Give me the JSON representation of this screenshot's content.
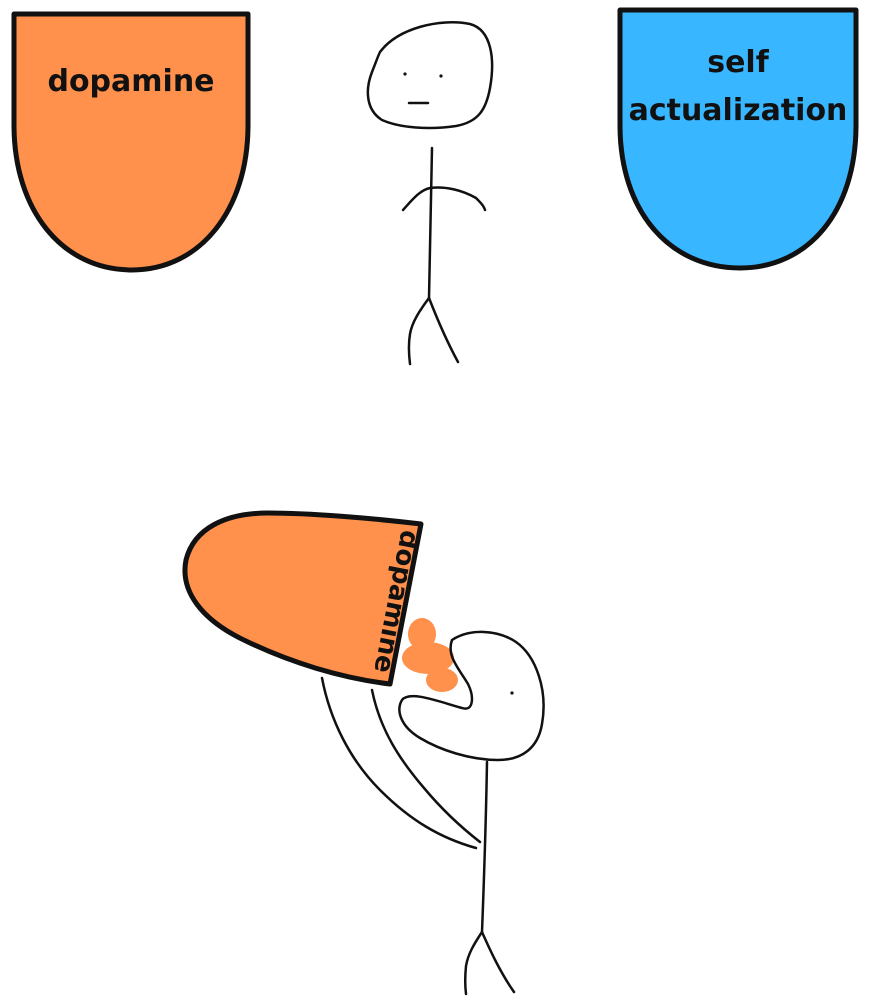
{
  "panels": {
    "top": {
      "left_cup": {
        "label": "dopamine",
        "color": "#FF914D"
      },
      "right_cup": {
        "label_line1": "self",
        "label_line2": "actualization",
        "color": "#38B6FF"
      }
    },
    "bottom": {
      "tilted_cup": {
        "label": "dopamine",
        "color": "#FF914D"
      },
      "spill_color": "#FF914D"
    }
  },
  "palette": {
    "outline": "#111111",
    "background": "#FFFFFF"
  }
}
